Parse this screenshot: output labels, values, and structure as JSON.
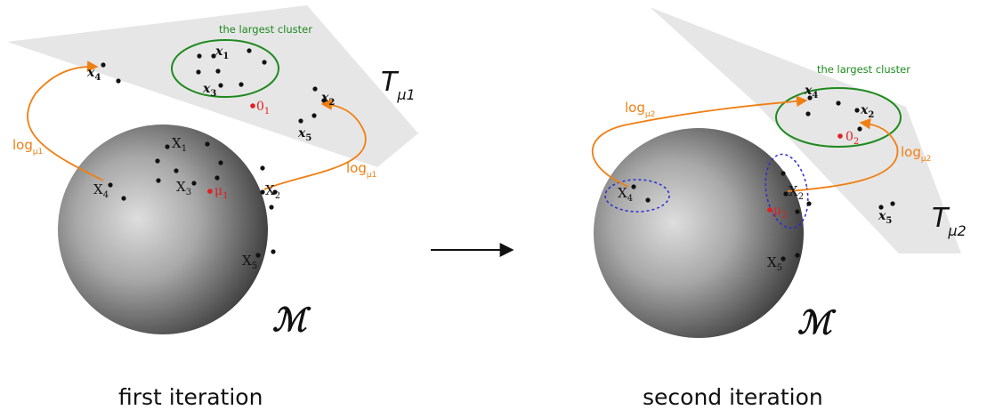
{
  "captions": {
    "left": "first iteration",
    "right": "second iteration"
  },
  "panel1": {
    "cluster_label": "the largest cluster",
    "log": "log",
    "log_sub": "μ1",
    "tangent": "T",
    "tangent_sub": "μ1",
    "manifold": "ℳ",
    "X1": "X",
    "X1_sub": "1",
    "X2": "X",
    "X2_sub": "2",
    "X3": "X",
    "X3_sub": "3",
    "X4": "X",
    "X4_sub": "4",
    "X5": "X",
    "X5_sub": "5",
    "x1": "x",
    "x1_sub": "1",
    "x2": "x",
    "x2_sub": "2",
    "x3": "x",
    "x3_sub": "3",
    "x4": "x",
    "x4_sub": "4",
    "x5": "x",
    "x5_sub": "5",
    "mu": "μ",
    "mu_sub": "1",
    "zero": "0",
    "zero_sub": "1"
  },
  "panel2": {
    "cluster_label": "the largest cluster",
    "log": "log",
    "log_sub": "μ2",
    "tangent": "T",
    "tangent_sub": "μ2",
    "manifold": "ℳ",
    "X2": "X",
    "X2_sub": "2",
    "X4": "X",
    "X4_sub": "4",
    "X5": "X",
    "X5_sub": "5",
    "x2": "x",
    "x2_sub": "2",
    "x4": "x",
    "x4_sub": "4",
    "x5": "x",
    "x5_sub": "5",
    "mu": "μ",
    "mu_sub": "2",
    "zero": "0",
    "zero_sub": "2"
  },
  "colors": {
    "plane": "#e6e6e6",
    "cluster": "#1e8a1e",
    "log_arrow": "#f07f12",
    "highlight": "#e02020",
    "dashed": "#2a2ad6"
  }
}
